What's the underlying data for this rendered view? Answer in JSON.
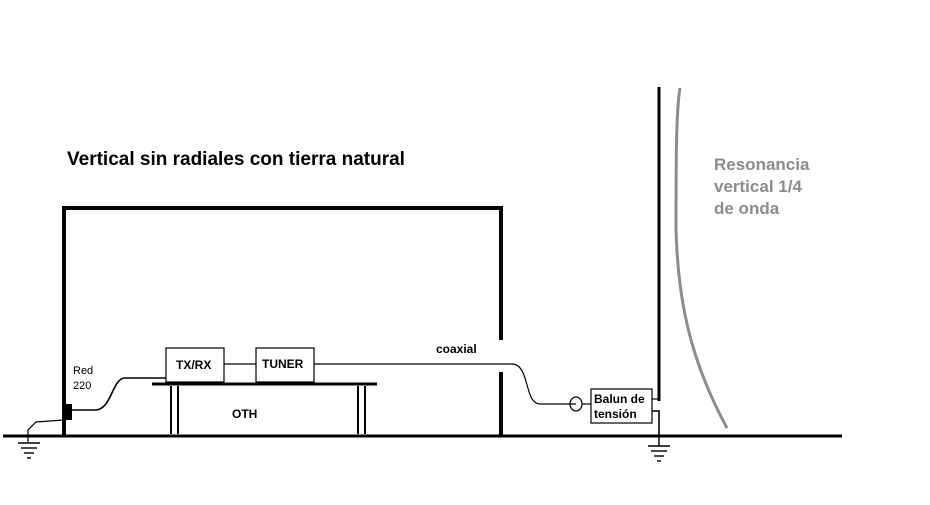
{
  "diagram": {
    "title": "Vertical sin radiales con tierra natural",
    "resonance": {
      "line1": "Resonancia",
      "line2": "vertical 1/4",
      "line3": "de onda"
    },
    "labels": {
      "red_line1": "Red",
      "red_line2": "220",
      "txrx": "TX/RX",
      "tuner": "TUNER",
      "oth": "OTH",
      "coaxial": "coaxial",
      "balun_line1": "Balun de",
      "balun_line2": "tensión"
    },
    "colors": {
      "ink": "#000000",
      "resonance": "#8c8c8c",
      "background": "#ffffff"
    }
  }
}
